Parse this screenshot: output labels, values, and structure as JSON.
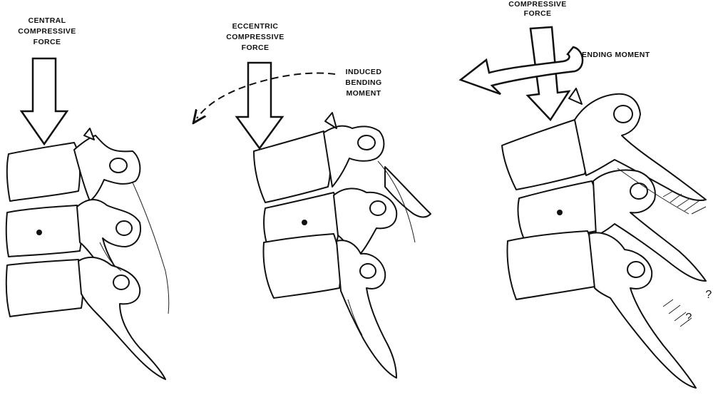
{
  "panels": [
    {
      "id": "central",
      "force_label": [
        "CENTRAL",
        "COMPRESSIVE",
        "FORCE"
      ]
    },
    {
      "id": "eccentric",
      "force_label": [
        "ECCENTRIC",
        "COMPRESSIVE",
        "FORCE"
      ],
      "moment_label": [
        "INDUCED",
        "BENDING",
        "MOMENT"
      ]
    },
    {
      "id": "bending",
      "force_label": [
        "COMPRESSIVE",
        "FORCE"
      ],
      "moment_label": [
        "BENDING MOMENT"
      ]
    }
  ],
  "annotations": [
    "?",
    "?"
  ]
}
